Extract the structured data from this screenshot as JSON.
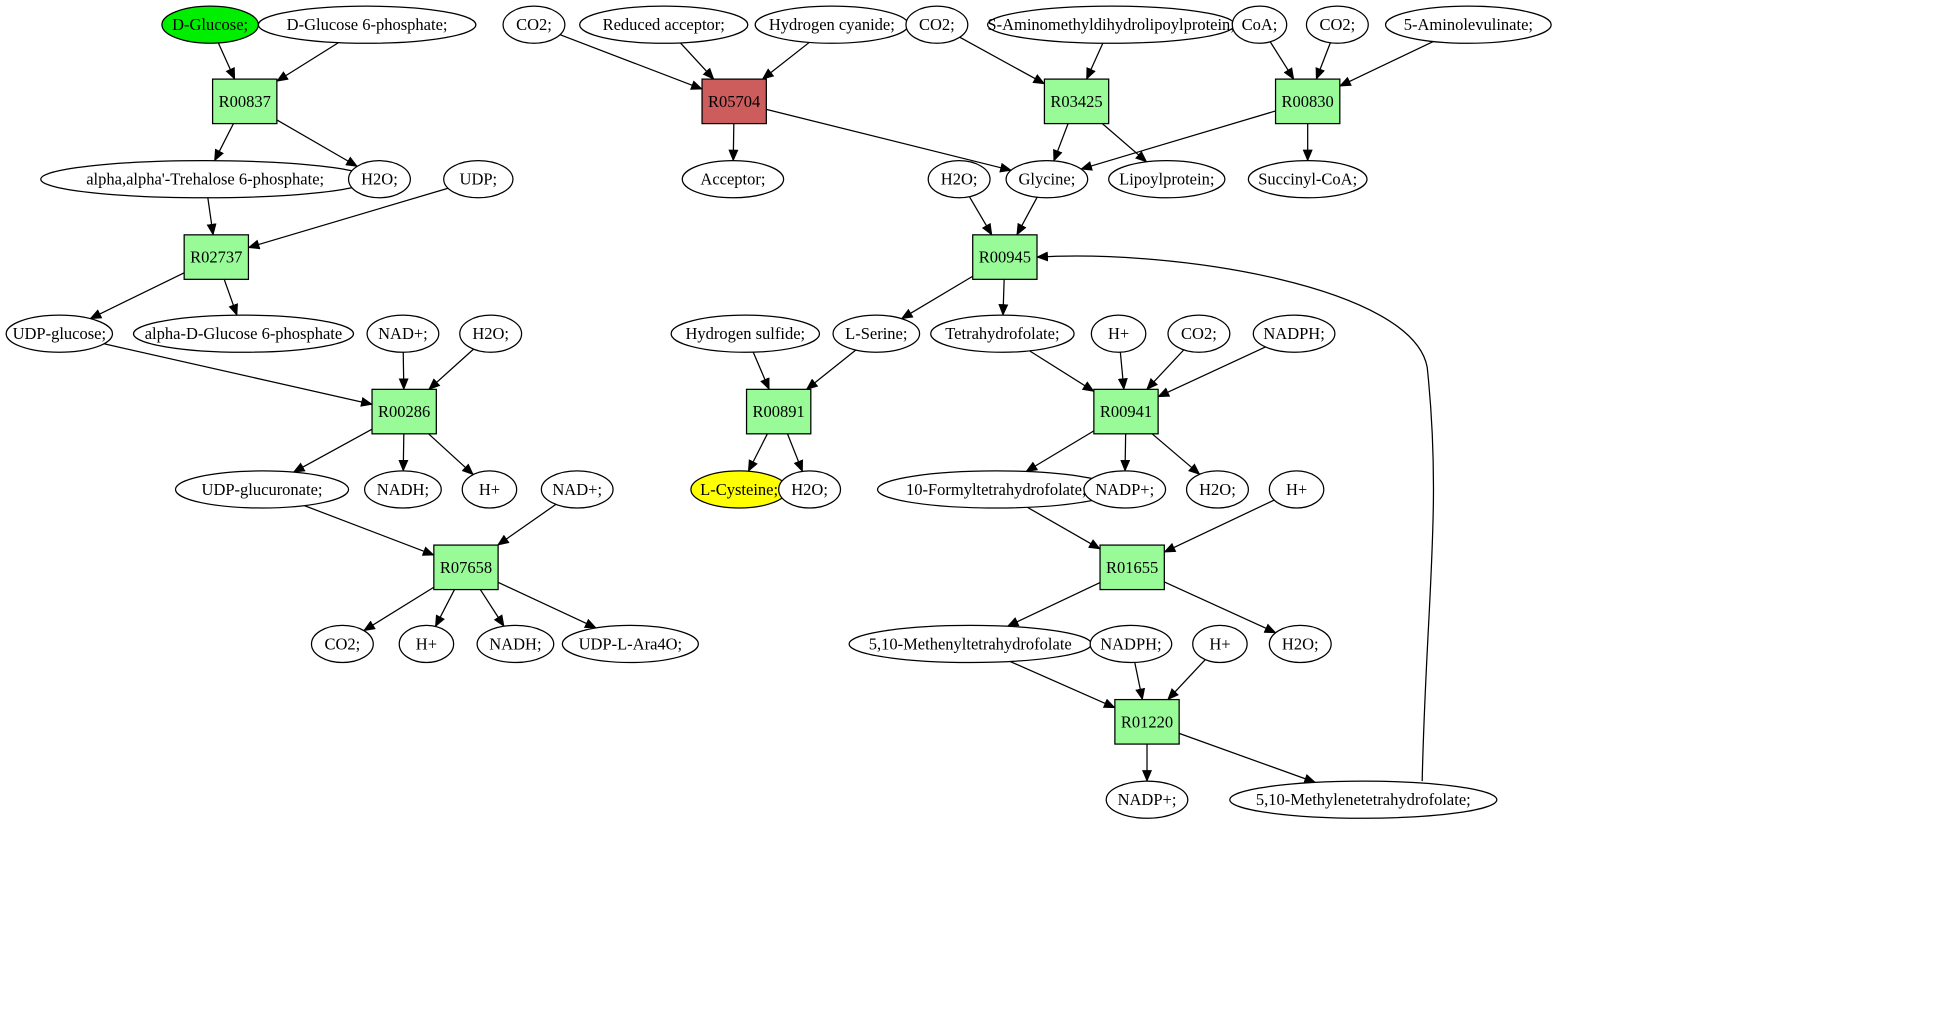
{
  "colors": {
    "reaction": "#98fb98",
    "reaction_highlight": "#cd5c5c",
    "source_compound": "#00ee00",
    "target_compound": "#ffff00",
    "compound": "#ffffff"
  },
  "nodes": {
    "c_dglucose": "D-Glucose;",
    "c_dglc6p": "D-Glucose 6-phosphate;",
    "r_R00837": "R00837",
    "c_treh6p": "alpha,alpha'-Trehalose 6-phosphate;",
    "c_h2o_1": "H2O;",
    "c_udp": "UDP;",
    "r_R02737": "R02737",
    "c_udpglc": "UDP-glucose;",
    "c_adglc6p": "alpha-D-Glucose 6-phosphate",
    "c_nad_1": "NAD+;",
    "c_h2o_2": "H2O;",
    "r_R00286": "R00286",
    "c_udpglcur": "UDP-glucuronate;",
    "c_nadh_1": "NADH;",
    "c_hplus_1": "H+",
    "c_nad_2": "NAD+;",
    "r_R07658": "R07658",
    "c_co2_1": "CO2;",
    "c_hplus_2": "H+",
    "c_nadh_2": "NADH;",
    "c_udpara": "UDP-L-Ara4O;",
    "c_co2_2": "CO2;",
    "c_redacc": "Reduced acceptor;",
    "c_hcn": "Hydrogen cyanide;",
    "r_R05704": "R05704",
    "c_acceptor": "Acceptor;",
    "c_co2_3": "CO2;",
    "c_samdlp": "S-Aminomethyldihydrolipoylprotein;",
    "r_R03425": "R03425",
    "c_coa": "CoA;",
    "c_co2_4": "CO2;",
    "c_5ala": "5-Aminolevulinate;",
    "r_R00830": "R00830",
    "c_h2o_3": "H2O;",
    "c_glycine": "Glycine;",
    "c_lipoyl": "Lipoylprotein;",
    "c_succoa": "Succinyl-CoA;",
    "r_R00945": "R00945",
    "c_h2s": "Hydrogen sulfide;",
    "c_lserine": "L-Serine;",
    "c_thf": "Tetrahydrofolate;",
    "c_hplus_3": "H+",
    "c_co2_5": "CO2;",
    "c_nadph_1": "NADPH;",
    "r_R00891": "R00891",
    "r_R00941": "R00941",
    "c_lcys": "L-Cysteine;",
    "c_h2o_4": "H2O;",
    "c_10fthf": "10-Formyltetrahydrofolate;",
    "c_nadp_1": "NADP+;",
    "c_h2o_5": "H2O;",
    "c_hplus_4": "H+",
    "r_R01655": "R01655",
    "c_methenyl": "5,10-Methenyltetrahydrofolate",
    "c_h2o_6": "H2O;",
    "c_nadph_2": "NADPH;",
    "c_hplus_5": "H+",
    "r_R01220": "R01220",
    "c_nadp_2": "NADP+;",
    "c_methylene": "5,10-Methylenetetrahydrofolate;"
  }
}
